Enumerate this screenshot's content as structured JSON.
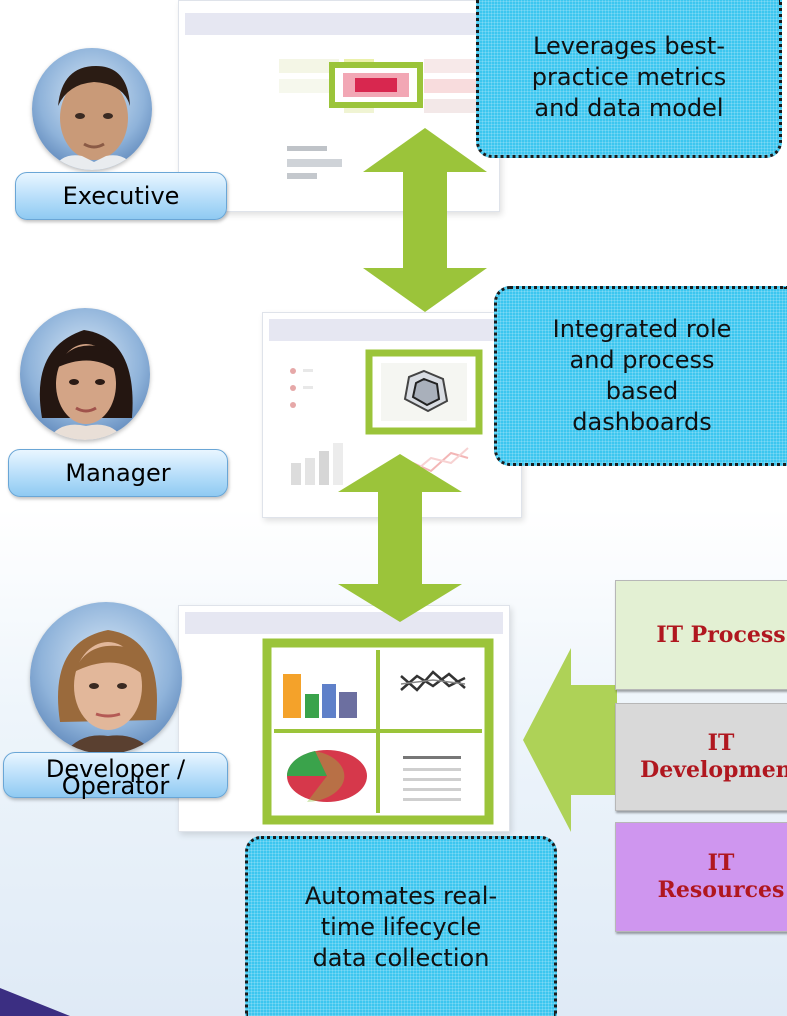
{
  "roles": [
    {
      "label": "Executive"
    },
    {
      "label": "Manager"
    },
    {
      "label_lines": [
        "Developer /",
        "Operator"
      ]
    }
  ],
  "callouts": {
    "top": "Leverages best-practice metrics and data model",
    "middle": "Integrated role and process based dashboards",
    "bottom": "Automates real-time lifecycle data collection"
  },
  "callout_lines": {
    "top": [
      "Leverages best-",
      "practice metrics",
      "and data model"
    ],
    "middle": [
      "Integrated role",
      "and process",
      "based",
      "dashboards"
    ],
    "bottom": [
      "Automates real-",
      "time  lifecycle",
      "data collection"
    ]
  },
  "it_boxes": [
    {
      "lines": [
        "IT  Process"
      ],
      "color": "#e3f0d3"
    },
    {
      "lines": [
        "IT",
        "Development"
      ],
      "color": "#d9d9d9"
    },
    {
      "lines": [
        "IT",
        "Resources"
      ],
      "color": "#cf96ef"
    }
  ],
  "colors": {
    "arrow_green": "#9bc43a",
    "callout_blue": "#3cc6ef",
    "it_text_red": "#b0171f"
  }
}
